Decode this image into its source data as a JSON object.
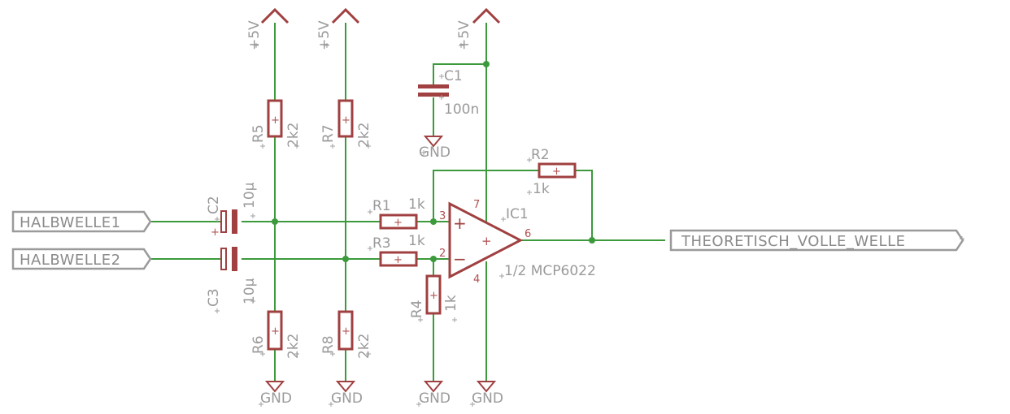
{
  "nets": {
    "in1": "HALBWELLE1",
    "in2": "HALBWELLE2",
    "out": "THEORETISCH_VOLLE_WELLE",
    "vcc": "+5V",
    "gnd": "GND"
  },
  "capacitors": {
    "c1": {
      "name": "C1",
      "value": "100n"
    },
    "c2": {
      "name": "C2",
      "value": "10µ"
    },
    "c3": {
      "name": "C3",
      "value": "10µ"
    }
  },
  "resistors": {
    "r1": {
      "name": "R1",
      "value": "1k"
    },
    "r2": {
      "name": "R2",
      "value": "1k"
    },
    "r3": {
      "name": "R3",
      "value": "1k"
    },
    "r4": {
      "name": "R4",
      "value": "1k"
    },
    "r5": {
      "name": "R5",
      "value": "2k2"
    },
    "r6": {
      "name": "R6",
      "value": "2k2"
    },
    "r7": {
      "name": "R7",
      "value": "2k2"
    },
    "r8": {
      "name": "R8",
      "value": "2k2"
    }
  },
  "opamp": {
    "name": "IC1",
    "value": "1/2 MCP6022",
    "pins": {
      "p2": "2",
      "p3": "3",
      "p4": "4",
      "p6": "6",
      "p7": "7"
    },
    "plus_sign": "+",
    "minus_sign": "−"
  },
  "symbols": {
    "cap_plus": "+",
    "res_marker": "+"
  }
}
